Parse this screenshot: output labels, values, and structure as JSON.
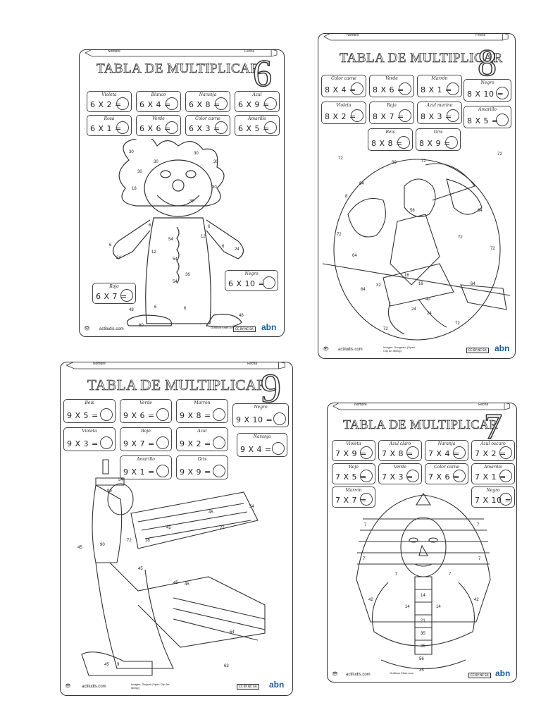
{
  "footer": {
    "site": "actiludis.com",
    "graficos": "Gráficos Ciber.com",
    "abn": "abn",
    "cc": "CC BY NC SA"
  },
  "sheets": [
    {
      "id": "six",
      "title": "TABLA DE MULTIPLICAR",
      "number": "6",
      "nombre": "Nombre",
      "fecha": "Fecha",
      "image_credit": "",
      "cards": [
        {
          "label": "Violeta",
          "eq": "6 X 2 ="
        },
        {
          "label": "Blanco",
          "eq": "6 X 4 ="
        },
        {
          "label": "Naranja",
          "eq": "6 X 8 ="
        },
        {
          "label": "Azul",
          "eq": "6 X 9 ="
        },
        {
          "label": "Rosa",
          "eq": "6 X 1 ="
        },
        {
          "label": "Verde",
          "eq": "6 X 6 ="
        },
        {
          "label": "Color carne",
          "eq": "6 X 3 ="
        },
        {
          "label": "Amarillo",
          "eq": "6 X 5 ="
        },
        {
          "label": "Negro",
          "eq": "6 X 10 ="
        },
        {
          "label": "Rojo",
          "eq": "6 X 7 ="
        }
      ],
      "art_numbers": [
        "30",
        "30",
        "30",
        "30",
        "30",
        "18",
        "30",
        "30",
        "6",
        "6",
        "54",
        "12",
        "12",
        "6",
        "24",
        "6",
        "24",
        "54",
        "36",
        "54",
        "6",
        "48",
        "48",
        "60",
        "6"
      ]
    },
    {
      "id": "eight",
      "title": "TABLA DE MULTIPLICAR",
      "number": "8",
      "nombre": "Nombre",
      "fecha": "Fecha",
      "image_credit": "Imagen: Sangham (Open Clip Art library)",
      "cards": [
        {
          "label": "Color carne",
          "eq": "8 X 4 ="
        },
        {
          "label": "Verde",
          "eq": "8 X 6 ="
        },
        {
          "label": "Marrón",
          "eq": "8 X 1 ="
        },
        {
          "label": "Negro",
          "eq": "8 X 10 ="
        },
        {
          "label": "Violeta",
          "eq": "8 X 2 ="
        },
        {
          "label": "Rojo",
          "eq": "8 X 7 ="
        },
        {
          "label": "Azul marino",
          "eq": "8 X 3 ="
        },
        {
          "label": "Amarillo",
          "eq": "8 X 5 ="
        },
        {
          "label": "Beis",
          "eq": "8 X 8 ="
        },
        {
          "label": "Gris",
          "eq": "8 X 9 ="
        }
      ],
      "art_numbers": [
        "72",
        "72",
        "80",
        "72",
        "64",
        "72",
        "56",
        "64",
        "64",
        "72",
        "40",
        "72",
        "64",
        "16",
        "16",
        "32",
        "24",
        "24",
        "64",
        "72",
        "72",
        "8"
      ]
    },
    {
      "id": "nine",
      "title": "TABLA DE MULTIPLICAR",
      "number": "9",
      "nombre": "Nombre",
      "fecha": "Fecha",
      "image_credit": "Imagen: Sarjent (Open Clip Art library)",
      "cards": [
        {
          "label": "Beis",
          "eq": "9 X 5 ="
        },
        {
          "label": "Verde",
          "eq": "9 X 6 ="
        },
        {
          "label": "Marrón",
          "eq": "9 X 8 ="
        },
        {
          "label": "Negro",
          "eq": "9 X 10 ="
        },
        {
          "label": "Violeta",
          "eq": "9 X 3 ="
        },
        {
          "label": "Rojo",
          "eq": "9 X 7 ="
        },
        {
          "label": "Azul",
          "eq": "9 X 2 ="
        },
        {
          "label": "Naranja",
          "eq": "9 X 4 ="
        },
        {
          "label": "Amarillo",
          "eq": "9 X 1 ="
        },
        {
          "label": "Gris",
          "eq": "9 X 9 ="
        }
      ],
      "art_numbers": [
        "90",
        "54",
        "45",
        "54",
        "45",
        "27",
        "45",
        "90",
        "72",
        "18",
        "45",
        "45",
        "54",
        "45",
        "9",
        "63",
        "45"
      ]
    },
    {
      "id": "seven",
      "title": "TABLA DE MULTIPLICAR",
      "number": "7",
      "nombre": "Nombre",
      "fecha": "Fecha",
      "image_credit": "",
      "cards": [
        {
          "label": "Violeta",
          "eq": "7 X 9 ="
        },
        {
          "label": "Azul claro",
          "eq": "7 X 8 ="
        },
        {
          "label": "Naranja",
          "eq": "7 X 4 ="
        },
        {
          "label": "Azul oscuro",
          "eq": "7 X 2 ="
        },
        {
          "label": "Rojo",
          "eq": "7 X 5 ="
        },
        {
          "label": "Verde",
          "eq": "7 X 3 ="
        },
        {
          "label": "Color carne",
          "eq": "7 X 6 ="
        },
        {
          "label": "Amarillo",
          "eq": "7 X 1 ="
        },
        {
          "label": "Marrón",
          "eq": "7 X 7 ="
        },
        {
          "label": "Negro",
          "eq": "7 X 10 ="
        }
      ],
      "art_numbers": [
        "7",
        "7",
        "7",
        "7",
        "42",
        "42",
        "14",
        "14",
        "14",
        "21",
        "35",
        "35",
        "56",
        "35",
        "7",
        "7"
      ]
    }
  ]
}
